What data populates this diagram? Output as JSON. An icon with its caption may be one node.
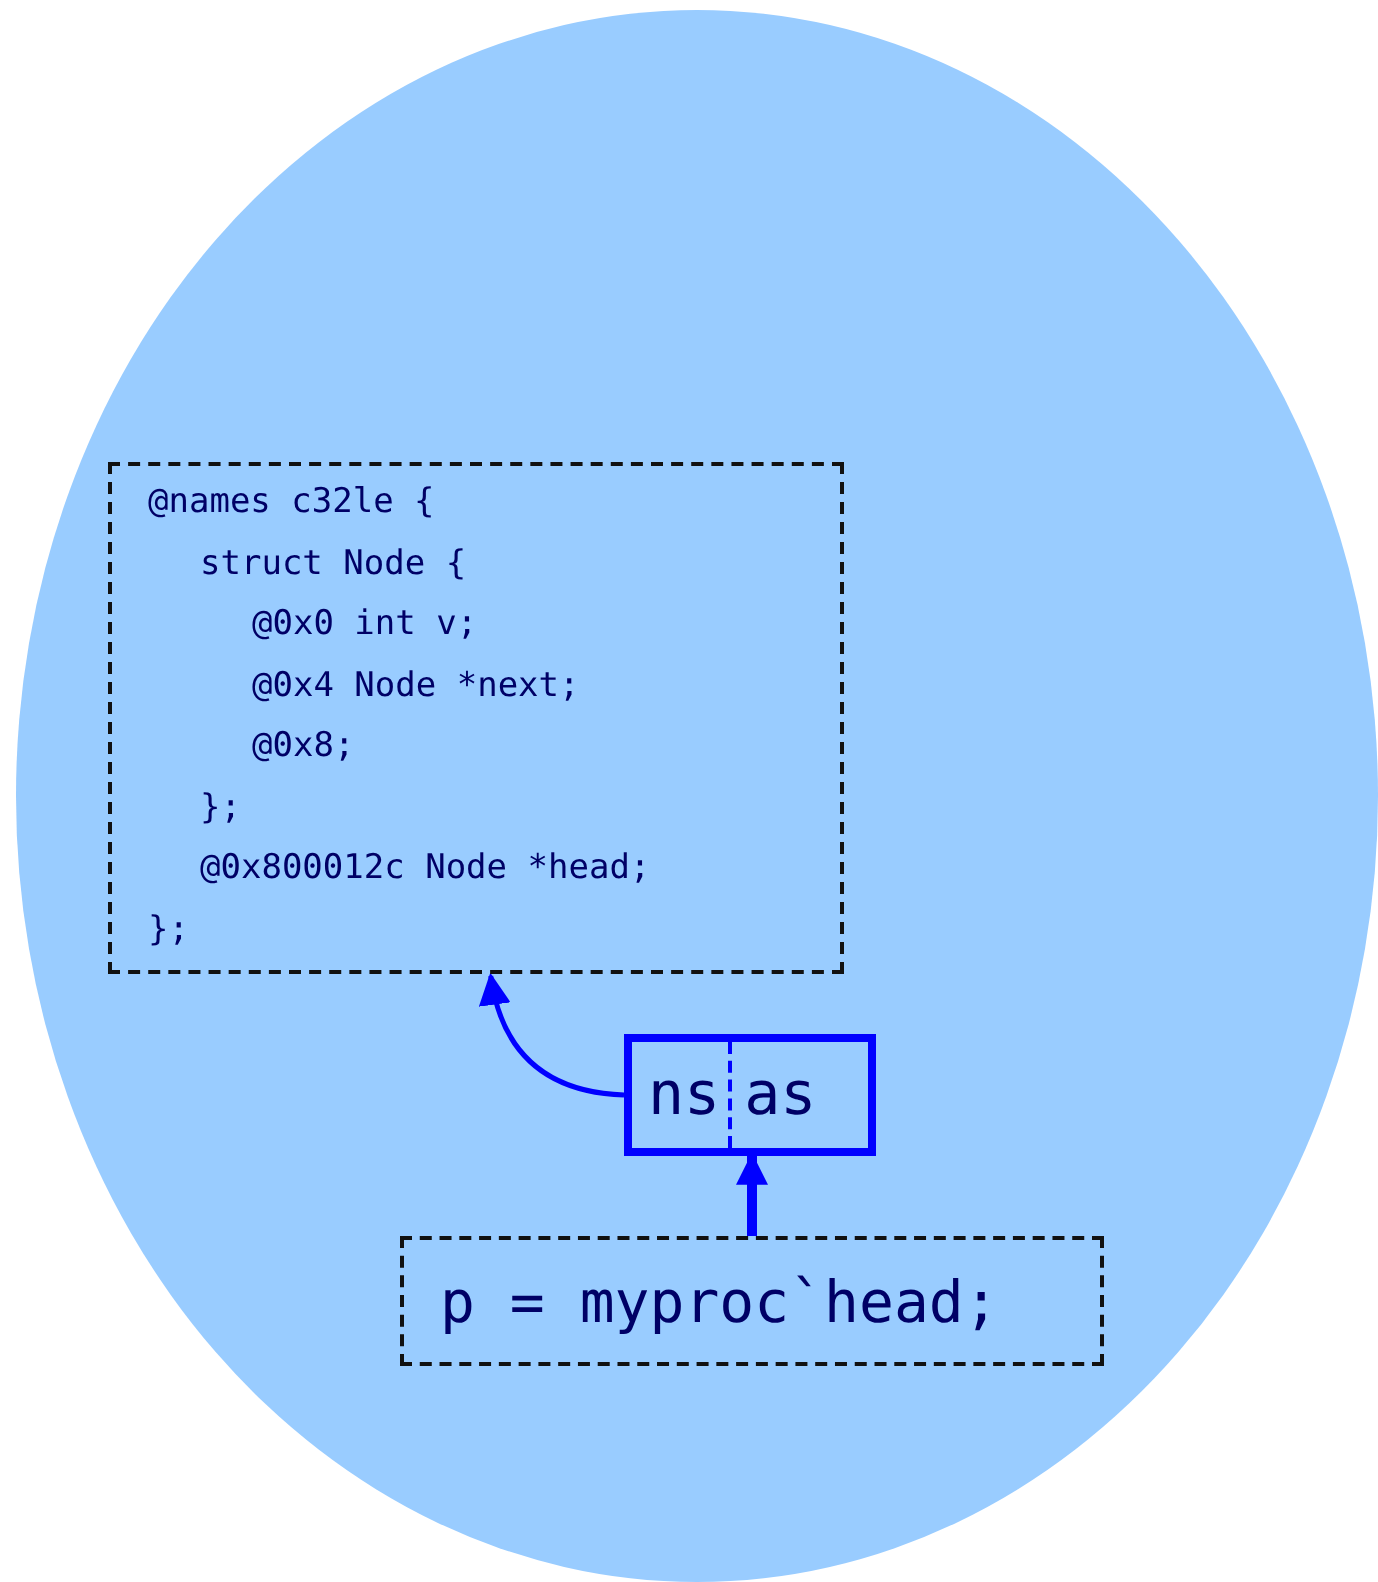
{
  "diagram": {
    "nodes": [
      {
        "text": [],
        "shape": "ellipse"
      },
      {
        "text": [
          "@names c32le {",
          "struct Node {",
          "@0x0 int v;",
          "@0x4 Node *next;",
          "@0x8;",
          "};",
          "@0x800012c Node *head;",
          "};"
        ],
        "in": 0
      },
      {
        "text": [
          "ns",
          "as"
        ],
        "in": 0
      },
      {
        "text": [
          "p = myproc`head;"
        ],
        "in": 0
      }
    ],
    "edges": [
      {
        "from": 2,
        "to": 1,
        "arrow": "to"
      },
      {
        "from": 3,
        "to": 2,
        "arrow": "to",
        "style": "thick"
      }
    ]
  }
}
